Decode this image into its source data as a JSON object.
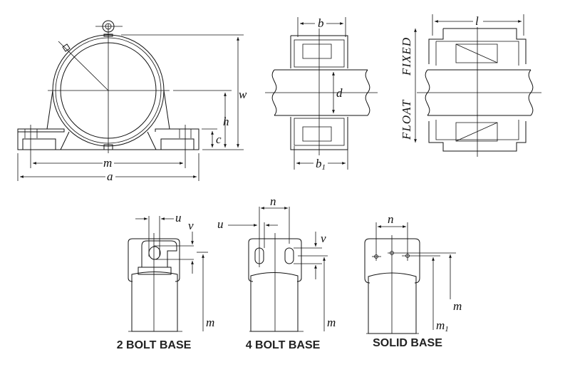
{
  "front_view": {
    "labels": {
      "w": "w",
      "h": "h",
      "c": "c",
      "m": "m",
      "a": "a"
    }
  },
  "side_view": {
    "labels": {
      "b": "b",
      "b1": "b",
      "b1_sub": "1",
      "d": "d"
    }
  },
  "section_view": {
    "labels": {
      "l": "l",
      "float": "FLOAT",
      "fixed": "FIXED"
    }
  },
  "bases": [
    {
      "caption": "2 BOLT BASE",
      "labels": {
        "u": "u",
        "v": "v",
        "m": "m"
      }
    },
    {
      "caption": "4 BOLT BASE",
      "labels": {
        "n": "n",
        "u": "u",
        "v": "v",
        "m": "m"
      }
    },
    {
      "caption": "SOLID BASE",
      "labels": {
        "n": "n",
        "m": "m",
        "m1": "m",
        "m1_sub": "1"
      }
    }
  ]
}
